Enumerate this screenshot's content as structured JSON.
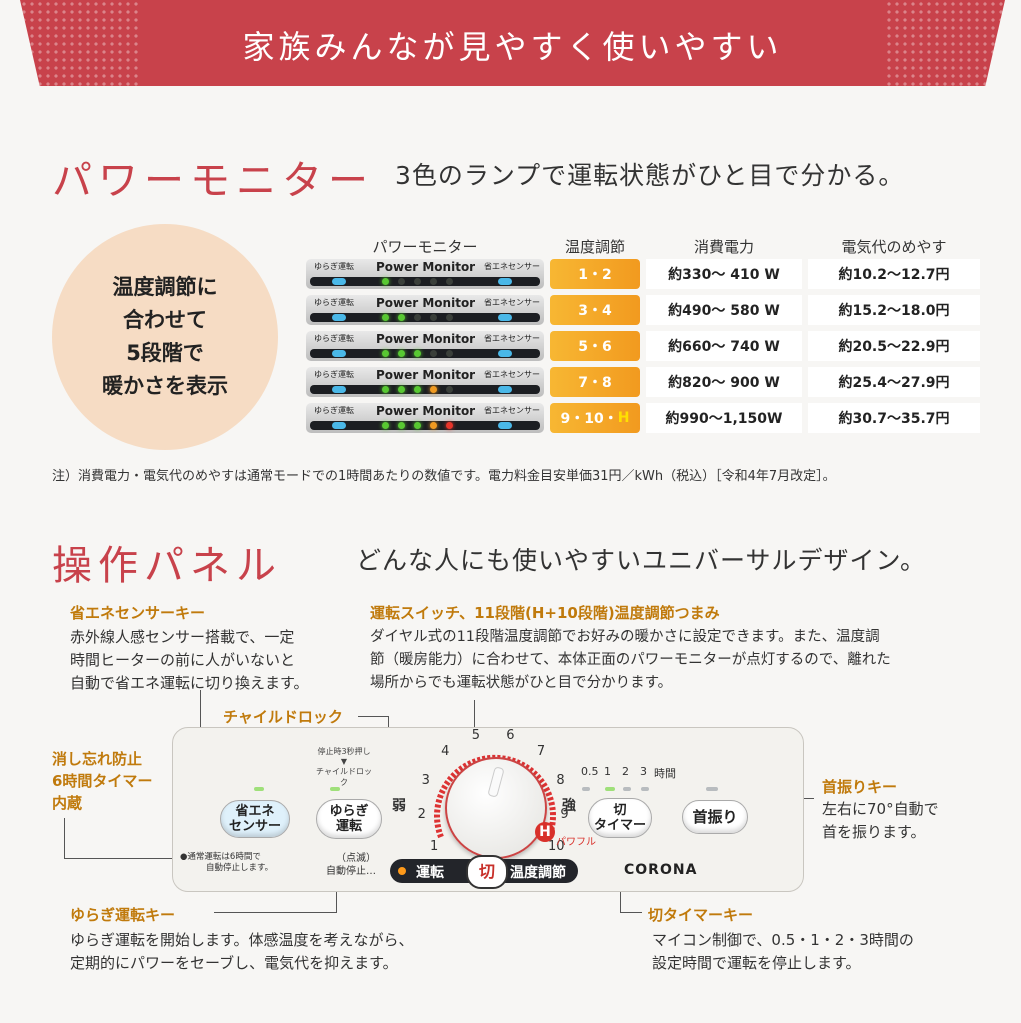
{
  "banner": {
    "title": "家族みんなが見やすく使いやすい",
    "color": "#c8424b"
  },
  "power_monitor": {
    "title": "パワーモニター",
    "subtitle": "3色のランプで運転状態がひと目で分かる。",
    "circle_lines": [
      "温度調節に",
      "合わせて",
      "5段階で",
      "暖かさを表示"
    ],
    "headers": {
      "monitor": "パワーモニター",
      "temp": "温度調節",
      "power": "消費電力",
      "cost": "電気代のめやす"
    },
    "panel_labels": {
      "left": "ゆらぎ運転",
      "center": "Power Monitor",
      "right": "省エネセンサー"
    },
    "rows": [
      {
        "temp": "1・2",
        "temp_h": "",
        "power": "約330〜 410 W",
        "cost": "約10.2〜12.7円",
        "leds": [
          "#58c832",
          "#3a3f3a",
          "#3a3f3a",
          "#3a3f3a",
          "#3a3f3a"
        ]
      },
      {
        "temp": "3・4",
        "temp_h": "",
        "power": "約490〜 580 W",
        "cost": "約15.2〜18.0円",
        "leds": [
          "#58c832",
          "#58c832",
          "#3a3f3a",
          "#3a3f3a",
          "#3a3f3a"
        ]
      },
      {
        "temp": "5・6",
        "temp_h": "",
        "power": "約660〜 740 W",
        "cost": "約20.5〜22.9円",
        "leds": [
          "#58c832",
          "#58c832",
          "#58c832",
          "#3a3f3a",
          "#3a3f3a"
        ]
      },
      {
        "temp": "7・8",
        "temp_h": "",
        "power": "約820〜 900 W",
        "cost": "約25.4〜27.9円",
        "leds": [
          "#58c832",
          "#58c832",
          "#58c832",
          "#f09a20",
          "#3a3f3a"
        ]
      },
      {
        "temp": "9・10・",
        "temp_h": "H",
        "power": "約990〜1,150W",
        "cost": "約30.7〜35.7円",
        "leds": [
          "#58c832",
          "#58c832",
          "#58c832",
          "#f09a20",
          "#e8342a"
        ]
      }
    ],
    "note": "注）消費電力・電気代のめやすは通常モードでの1時間あたりの数値です。電力料金目安単価31円／kWh（税込）［令和4年7月改定］。"
  },
  "control_panel": {
    "title": "操作パネル",
    "subtitle": "どんな人にも使いやすいユニバーサルデザイン。",
    "callouts": {
      "eco_title": "省エネセンサーキー",
      "eco_body": [
        "赤外線人感センサー搭載で、一定",
        "時間ヒーターの前に人がいないと",
        "自動で省エネ運転に切り換えます。"
      ],
      "switch_title": "運転スイッチ、11段階(H+10段階)温度調節つまみ",
      "switch_body": [
        "ダイヤル式の11段階温度調節でお好みの暖かさに設定できます。また、温度調",
        "節（暖房能力）に合わせて、本体正面のパワーモニターが点灯するので、離れた",
        "場所からでも運転状態がひと目で分かります。"
      ],
      "child_title": "チャイルドロック",
      "timer6_title": [
        "消し忘れ防止",
        "6時間タイマー",
        "内蔵"
      ],
      "swing_title": "首振りキー",
      "swing_body": [
        "左右に70°自動で",
        "首を振ります。"
      ],
      "yuragi_title": "ゆらぎ運転キー",
      "yuragi_body": [
        "ゆらぎ運転を開始します。体感温度を考えながら、",
        "定期的にパワーをセーブし、電気代を抑えます。"
      ],
      "offtimer_title": "切タイマーキー",
      "offtimer_body": [
        "マイコン制御で、0.5・1・2・3時間の",
        "設定時間で運転を停止します。"
      ]
    },
    "panel": {
      "eco_key": [
        "省エネ",
        "センサー"
      ],
      "yuragi_key": [
        "ゆらぎ",
        "運転"
      ],
      "child_small_1": "停止時3秒押し",
      "child_small_2": "▼",
      "child_small_3": "チャイルドロック",
      "weak": "弱",
      "strong": "強",
      "dial_numbers": [
        "1",
        "2",
        "3",
        "4",
        "5",
        "6",
        "7",
        "8",
        "9",
        "10"
      ],
      "h_label": "H",
      "powerful": "パワフル",
      "timer_labels": [
        "0.5",
        "1",
        "2",
        "3",
        "時間"
      ],
      "off_timer_key": [
        "切",
        "タイマー"
      ],
      "swing_key": "首振り",
      "auto_stop_note_1": "●通常運転は6時間で",
      "auto_stop_note_2": "自動停止します。",
      "blink_1": "（点滅）",
      "blink_2": "自動停止…",
      "run": "運転",
      "off": "切",
      "temp_adjust": "温度調節",
      "brand": "CORONA"
    }
  }
}
